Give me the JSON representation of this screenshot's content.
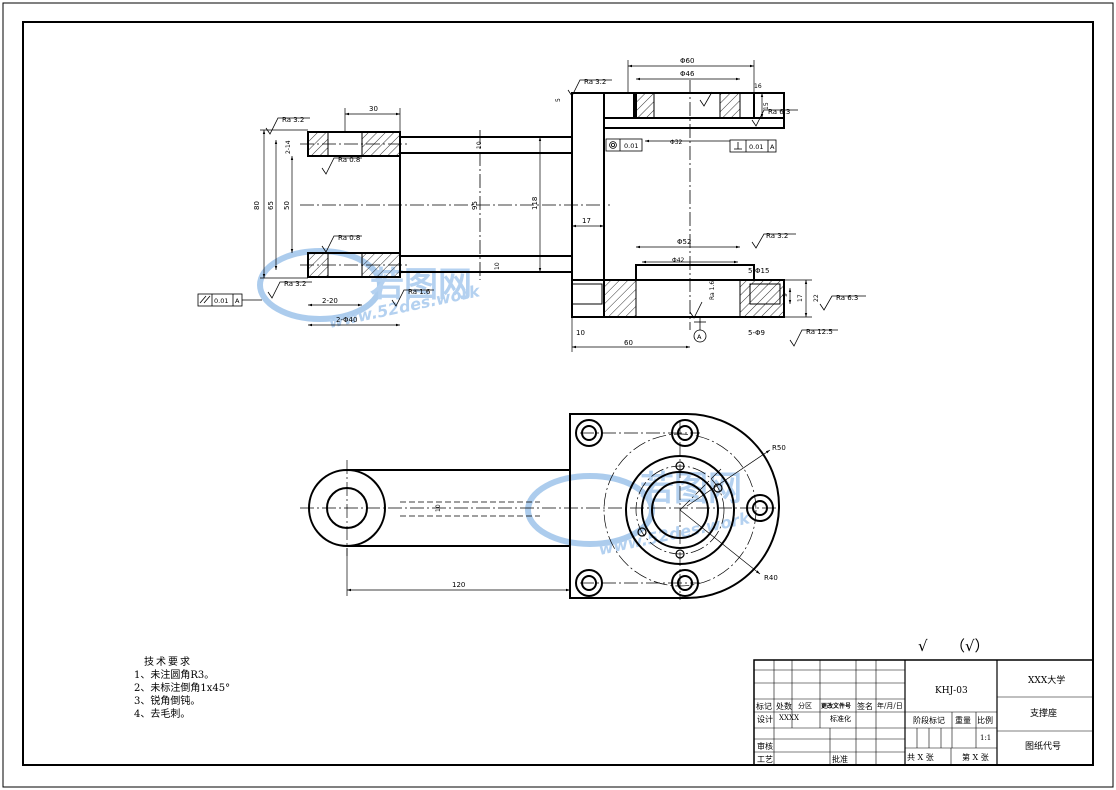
{
  "surface_marks": {
    "ra32": "Ra 3.2",
    "ra08": "Ra 0.8",
    "ra16": "Ra 1.6",
    "ra63": "Ra 6.3",
    "ra125": "Ra 12.5"
  },
  "dimensions": {
    "d30": "30",
    "d80": "80",
    "d65": "65",
    "d50": "50",
    "d2_14": "2-14",
    "d10": "10",
    "d95": "95",
    "d118": "118",
    "d17": "17",
    "d2_20": "2-20",
    "d2_40": "2-Φ40",
    "d60": "60",
    "d_phi60": "Φ60",
    "d_phi46": "Φ46",
    "d_phi52": "Φ52",
    "d_phi32": "Φ32",
    "d_phi42": "Φ42",
    "d5": "5",
    "d16": "16",
    "d15": "15",
    "d5_15": "5-Φ15",
    "d5_9": "5-Φ9",
    "d9": "9",
    "d22": "22",
    "d120": "120",
    "r50": "R50",
    "r40": "R40"
  },
  "tolerances": {
    "parallel": "0.01",
    "parallel_datum": "A",
    "concentric": "0.01",
    "perpendicular": "0.01",
    "perpendicular_datum": "A",
    "datum_label": "A"
  },
  "watermark": {
    "cn": "若图网",
    "url": "www.52des.work"
  },
  "finish": {
    "check": "√",
    "paren_check": "（√）"
  },
  "tech_requirements": {
    "title": "技术要求",
    "items": [
      "1、未注圆角R3。",
      "2、未标注倒角1x45°",
      "3、锐角倒钝。",
      "4、去毛刺。"
    ]
  },
  "title_block": {
    "col_mark": "标记",
    "col_count": "处数",
    "col_zone": "分区",
    "col_change": "更改文件号",
    "col_sign": "签名",
    "col_date": "年/月/日",
    "design": "设计",
    "designer": "XXXX",
    "standard": "标准化",
    "review": "审核",
    "process": "工艺",
    "approve": "批准",
    "drawing_no": "KHJ-03",
    "stage": "阶段标记",
    "weight": "重量",
    "scale": "比例",
    "scale_value": "1:1",
    "sheets_total": "共 X 张",
    "sheet_no": "第 X 张",
    "school": "XXX大学",
    "part_name": "支撑座",
    "code": "图纸代号"
  }
}
